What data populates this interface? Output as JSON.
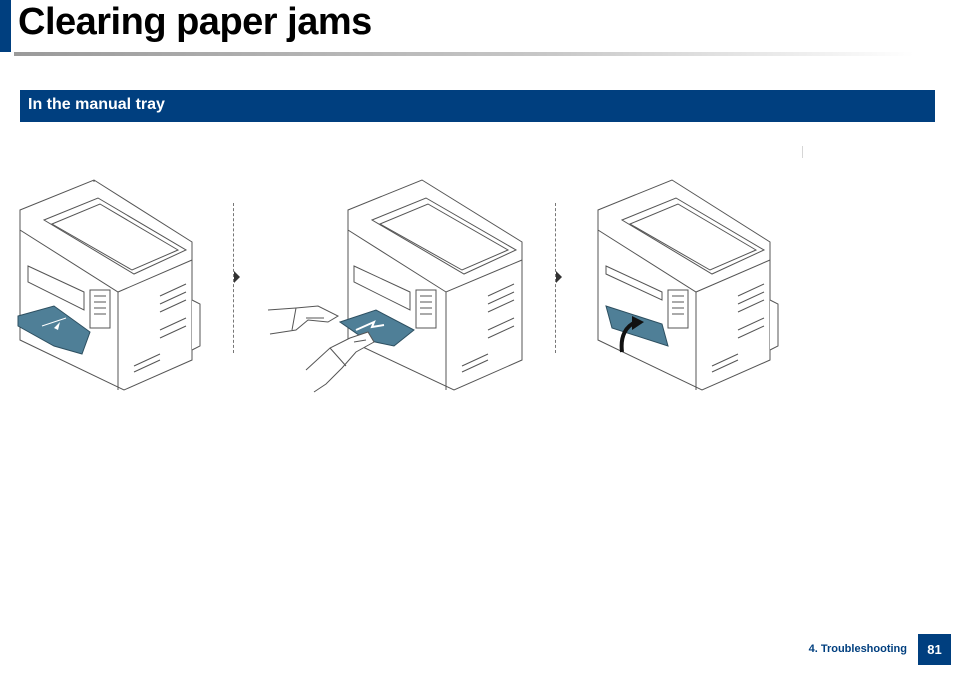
{
  "page": {
    "title": "Clearing paper jams",
    "section": "In the manual tray",
    "footer_chapter": "4. Troubleshooting",
    "page_number": "81"
  },
  "colors": {
    "brand": "#003f7f",
    "tray_highlight": "#4f7f97"
  },
  "steps": [
    {
      "name": "open-manual-tray",
      "icon": "printer-tray-open-icon"
    },
    {
      "name": "pull-out-jammed-paper",
      "icon": "hands-pulling-paper-icon"
    },
    {
      "name": "close-manual-tray",
      "icon": "printer-tray-close-icon"
    }
  ]
}
